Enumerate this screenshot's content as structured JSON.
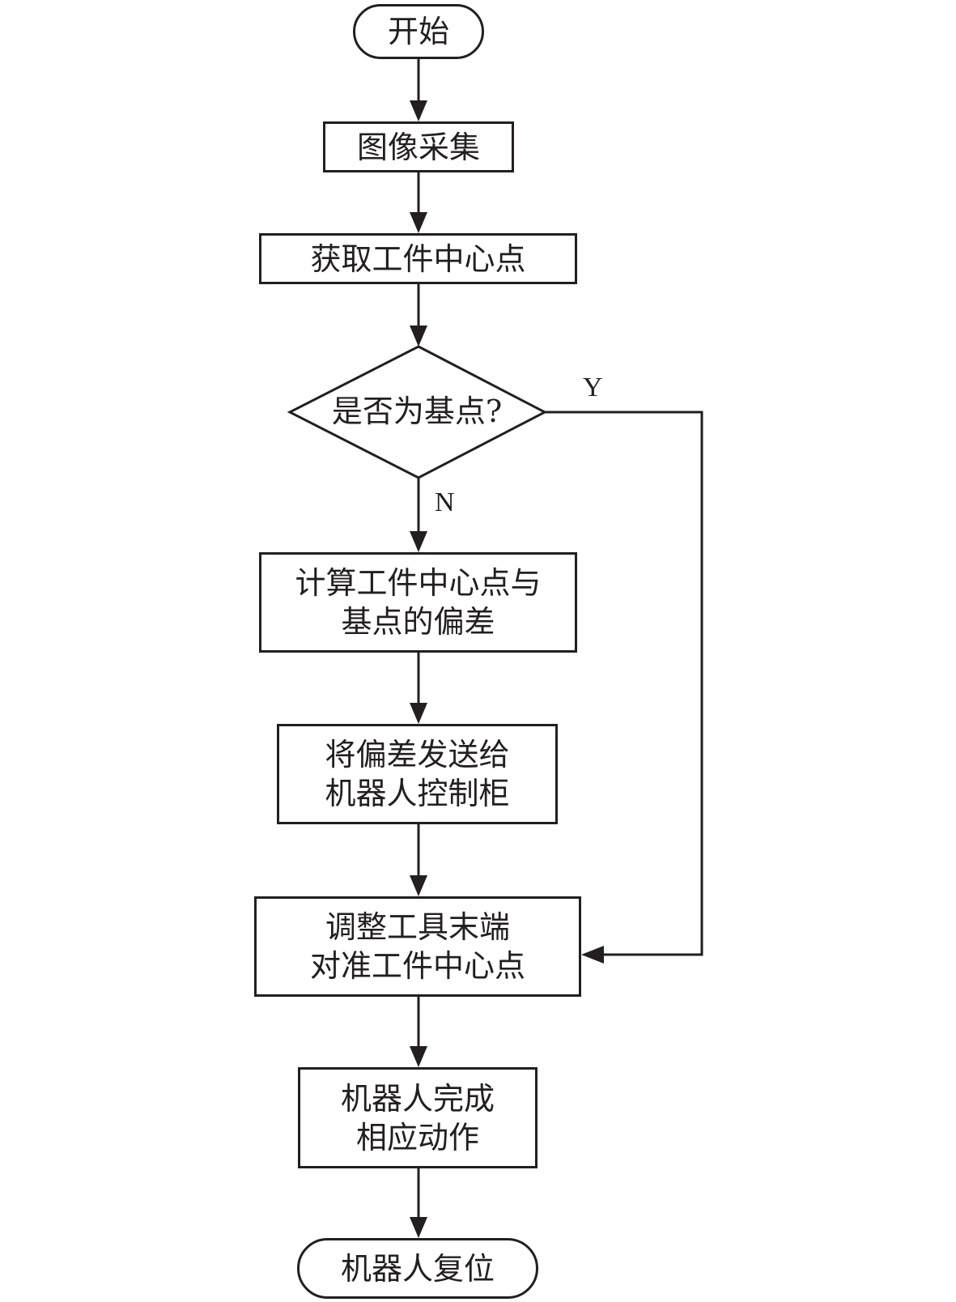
{
  "diagram": {
    "type": "flowchart",
    "nodes": {
      "start": {
        "shape": "terminator",
        "text": "开始"
      },
      "capture": {
        "shape": "process",
        "text": "图像采集"
      },
      "get_center": {
        "shape": "process",
        "text": "获取工件中心点"
      },
      "is_base": {
        "shape": "decision",
        "text": "是否为基点?"
      },
      "calc_offset": {
        "shape": "process",
        "lines": [
          "计算工件中心点与",
          "基点的偏差"
        ]
      },
      "send_offset": {
        "shape": "process",
        "lines": [
          "将偏差发送给",
          "机器人控制柜"
        ]
      },
      "adjust_tool": {
        "shape": "process",
        "lines": [
          "调整工具末端",
          "对准工件中心点"
        ]
      },
      "robot_action": {
        "shape": "process",
        "lines": [
          "机器人完成",
          "相应动作"
        ]
      },
      "reset": {
        "shape": "terminator",
        "text": "机器人复位"
      }
    },
    "branch_labels": {
      "yes": "Y",
      "no": "N"
    },
    "edges": [
      {
        "from": "start",
        "to": "capture"
      },
      {
        "from": "capture",
        "to": "get_center"
      },
      {
        "from": "get_center",
        "to": "is_base"
      },
      {
        "from": "is_base",
        "to": "calc_offset",
        "label": "N"
      },
      {
        "from": "is_base",
        "to": "adjust_tool",
        "label": "Y"
      },
      {
        "from": "calc_offset",
        "to": "send_offset"
      },
      {
        "from": "send_offset",
        "to": "adjust_tool"
      },
      {
        "from": "adjust_tool",
        "to": "robot_action"
      },
      {
        "from": "robot_action",
        "to": "reset"
      }
    ],
    "colors": {
      "stroke": "#231f20",
      "background": "#ffffff"
    }
  }
}
